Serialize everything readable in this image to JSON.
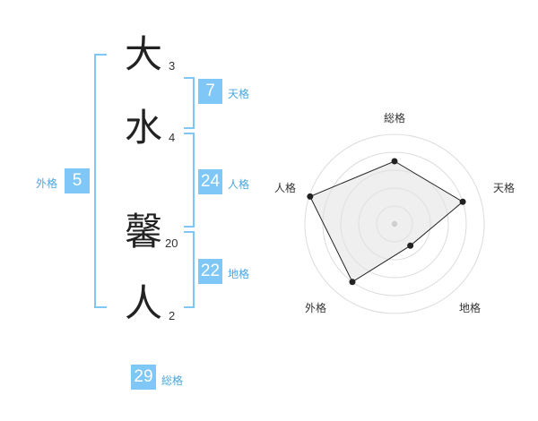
{
  "name": {
    "characters": [
      {
        "char": "大",
        "strokes": "3"
      },
      {
        "char": "水",
        "strokes": "4"
      },
      {
        "char": "馨",
        "strokes": "20"
      },
      {
        "char": "人",
        "strokes": "2"
      }
    ]
  },
  "fortune": {
    "gaikaku": {
      "value": "5",
      "label": "外格"
    },
    "tenkaku": {
      "value": "7",
      "label": "天格"
    },
    "jinkaku": {
      "value": "24",
      "label": "人格"
    },
    "chikaku": {
      "value": "22",
      "label": "地格"
    },
    "soukaku": {
      "value": "29",
      "label": "総格"
    }
  },
  "radar": {
    "labels": {
      "top": "総格",
      "right": "天格",
      "bottom_right": "地格",
      "bottom_left": "外格",
      "left": "人格"
    },
    "values": {
      "soukaku": 0.7,
      "tenkaku": 0.8,
      "chikaku": 0.3,
      "gaikaku": 0.8,
      "jinkaku": 0.99
    },
    "accent_color": "#7ec7f6"
  }
}
